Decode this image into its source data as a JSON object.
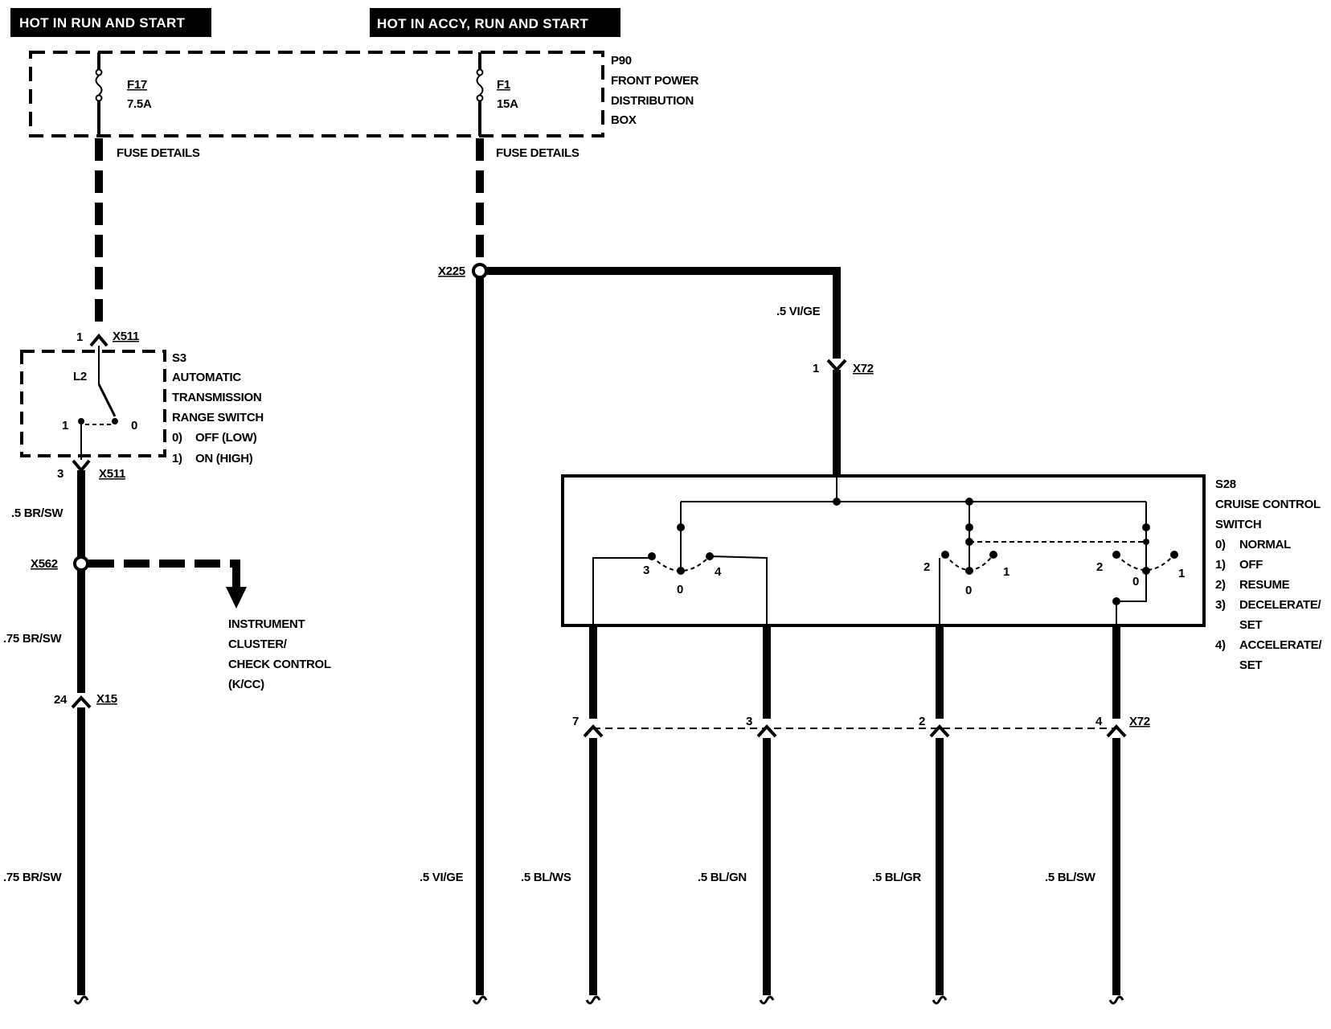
{
  "headers": {
    "left": "HOT IN RUN AND START",
    "right": "HOT IN ACCY, RUN AND START"
  },
  "p90": {
    "id": "P90",
    "line1": "FRONT POWER",
    "line2": "DISTRIBUTION",
    "line3": "BOX"
  },
  "fuses": {
    "f17_id": "F17",
    "f17_rating": "7.5A",
    "f1_id": "F1",
    "f1_rating": "15A",
    "details": "FUSE DETAILS"
  },
  "connectors": {
    "x511": "X511",
    "x225": "X225",
    "x72": "X72",
    "x562": "X562",
    "x15": "X15"
  },
  "pins": {
    "x511_top": "1",
    "x511_bottom": "3",
    "x72_top": "1",
    "x15": "24",
    "x72_b1": "7",
    "x72_b2": "3",
    "x72_b3": "2",
    "x72_b4": "4"
  },
  "s3": {
    "id": "S3",
    "line1": "AUTOMATIC",
    "line2": "TRANSMISSION",
    "line3": "RANGE SWITCH",
    "state0_num": "0)",
    "state0_text": "OFF (LOW)",
    "state1_num": "1)",
    "state1_text": "ON (HIGH)",
    "l2": "L2",
    "pos1": "1",
    "pos0": "0"
  },
  "s28": {
    "id": "S28",
    "line1": "CRUISE CONTROL",
    "line2": "SWITCH",
    "states": [
      {
        "num": "0)",
        "text": "NORMAL"
      },
      {
        "num": "1)",
        "text": "OFF"
      },
      {
        "num": "2)",
        "text": "RESUME"
      },
      {
        "num": "3)",
        "text": "DECELERATE/"
      },
      {
        "num": "",
        "text": "SET"
      },
      {
        "num": "4)",
        "text": "ACCELERATE/"
      },
      {
        "num": "",
        "text": "SET"
      }
    ],
    "sw1_left": "3",
    "sw1_center": "0",
    "sw1_right": "4",
    "sw2_left": "2",
    "sw2_center": "0",
    "sw2_right": "1",
    "sw3_left": "2",
    "sw3_center": "0",
    "sw3_right": "1"
  },
  "wires": {
    "br_sw_top": ".5 BR/SW",
    "br_sw_mid": ".75 BR/SW",
    "br_sw_bottom": ".75 BR/SW",
    "vi_ge_top": ".5 VI/GE",
    "vi_ge_bottom": ".5 VI/GE",
    "bl_ws": ".5 BL/WS",
    "bl_gn": ".5 BL/GN",
    "bl_gr": ".5 BL/GR",
    "bl_sw": ".5 BL/SW"
  },
  "instrument": {
    "line1": "INSTRUMENT",
    "line2": "CLUSTER/",
    "line3": "CHECK CONTROL",
    "line4": "(K/CC)"
  }
}
